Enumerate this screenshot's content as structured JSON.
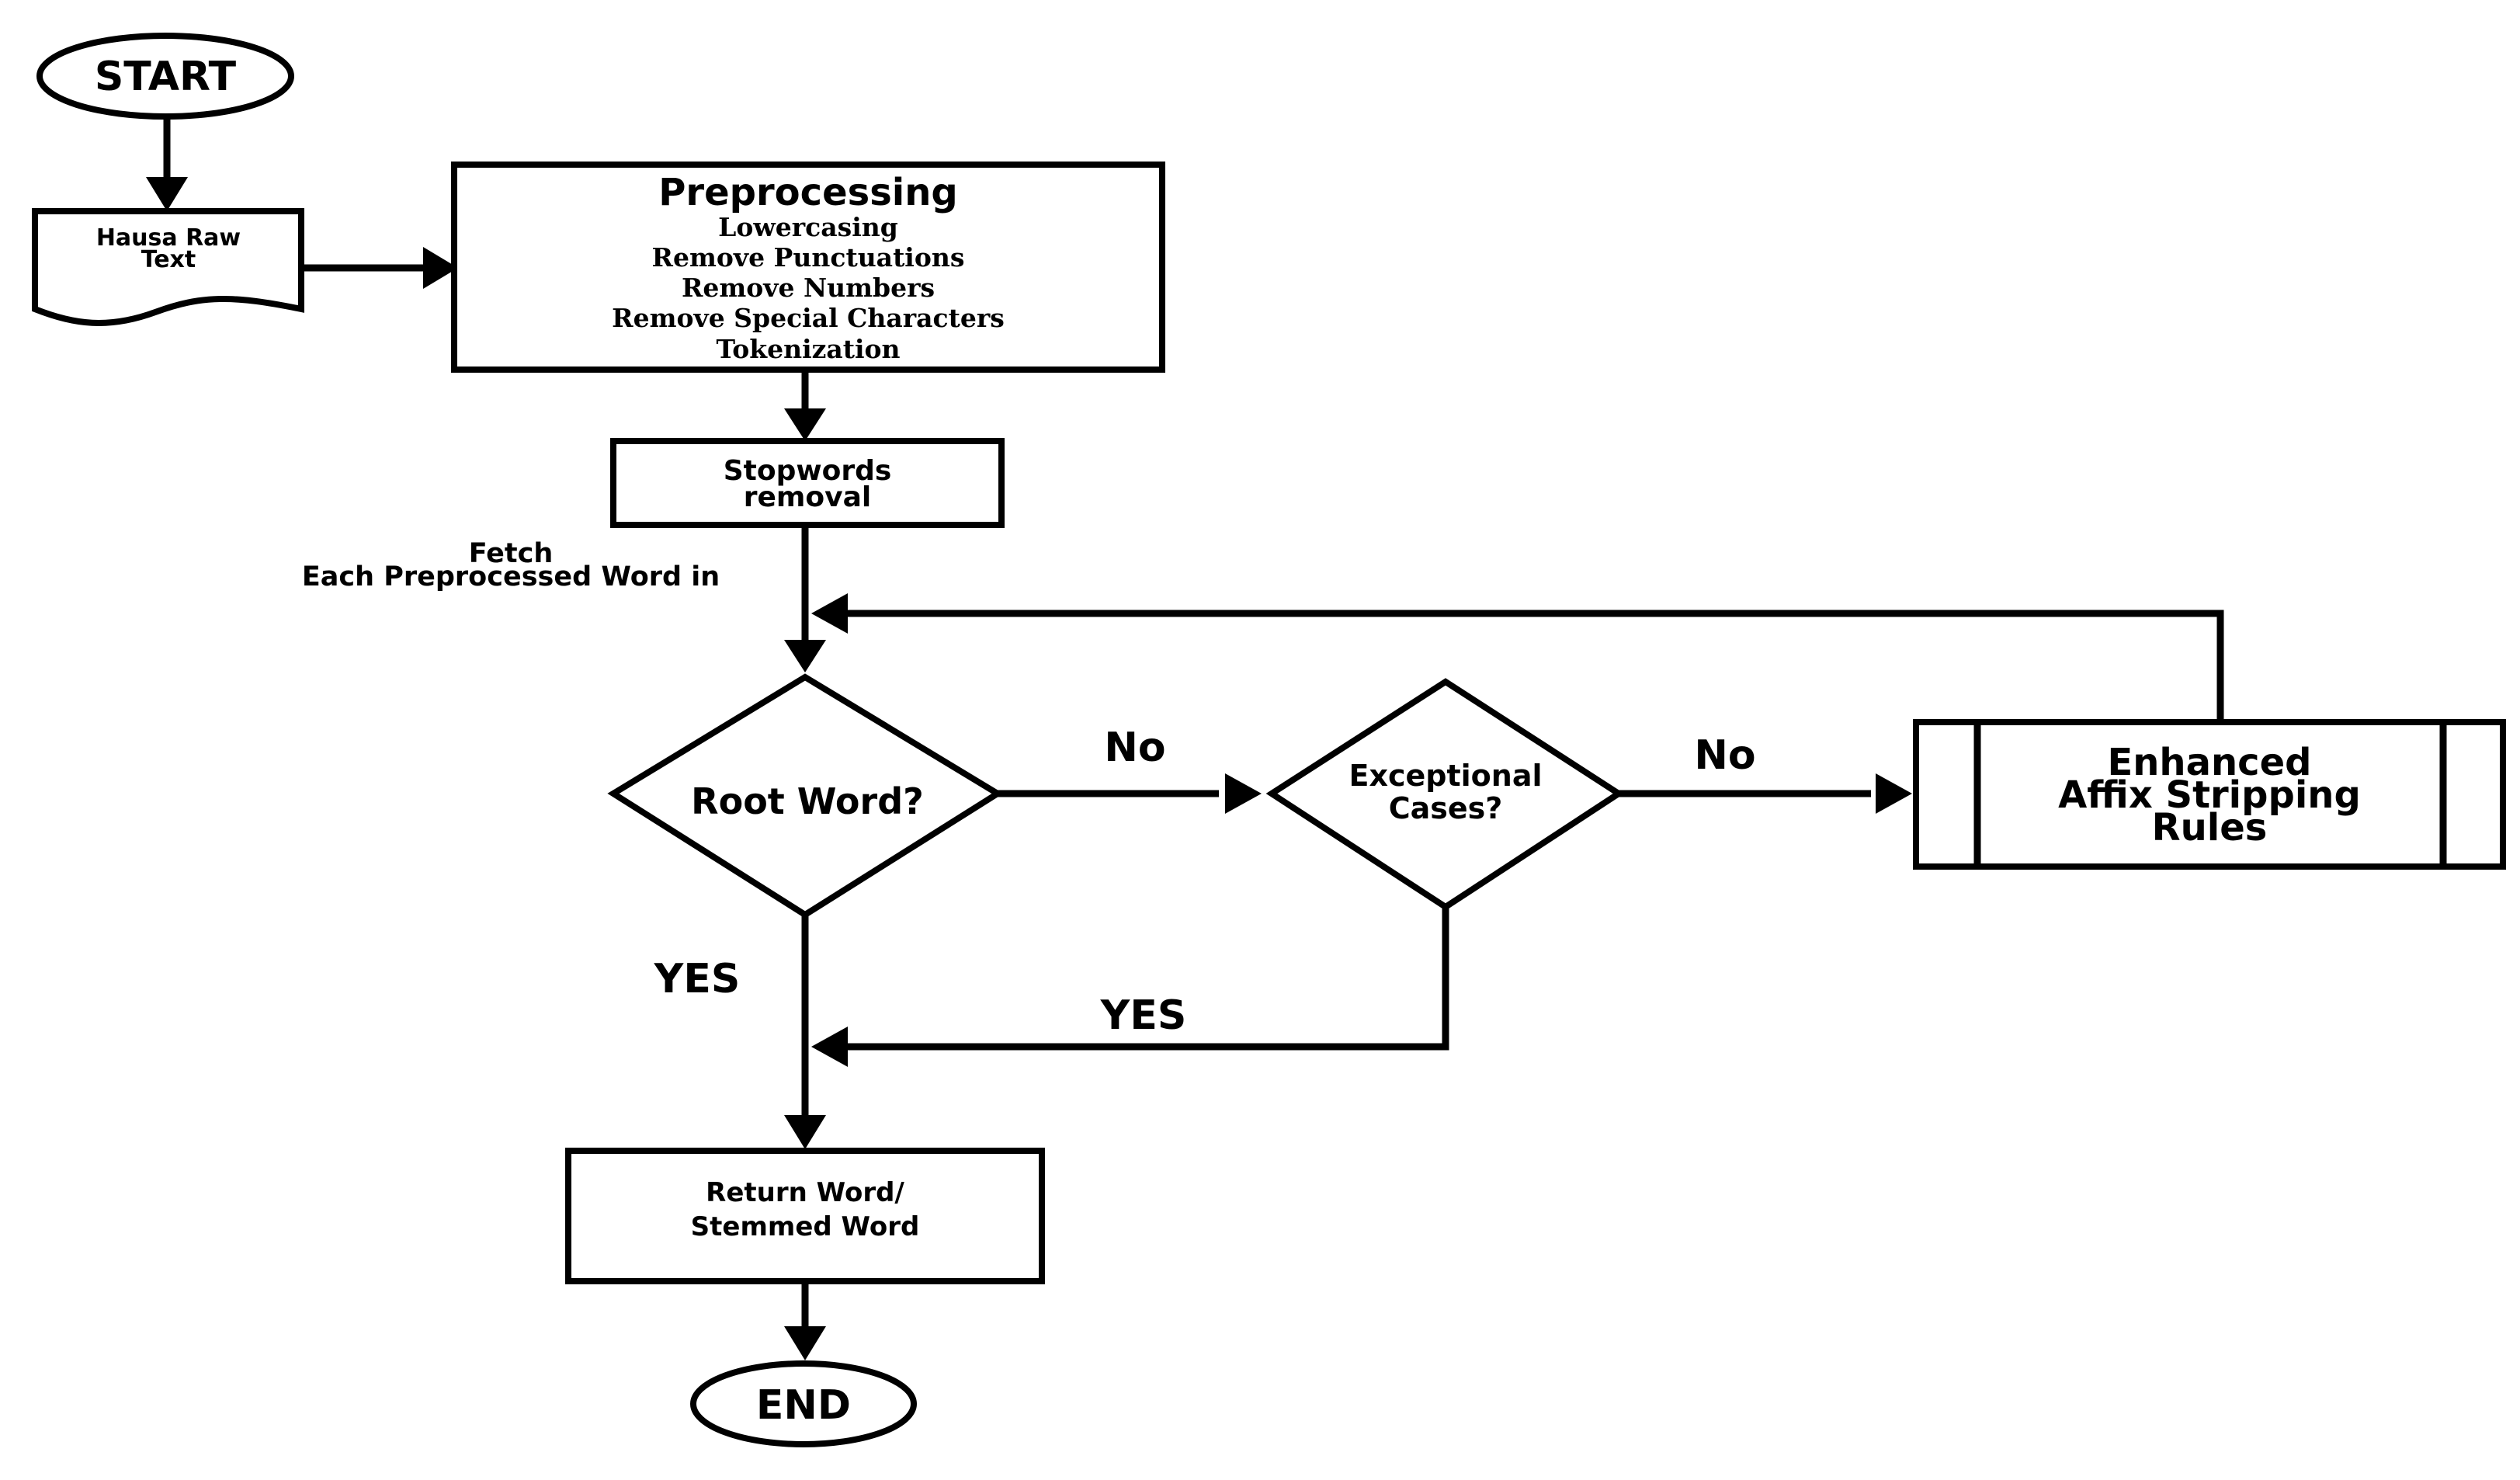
{
  "diagram": {
    "nodes": {
      "start": "START",
      "raw_text": [
        "Hausa Raw",
        "Text"
      ],
      "preprocessing_title": "Preprocessing",
      "preprocessing_steps": [
        "Lowercasing",
        "Remove Punctuations",
        "Remove Numbers",
        "Remove Special Characters",
        "Tokenization"
      ],
      "stopwords": [
        "Stopwords",
        "removal"
      ],
      "fetch": [
        "Fetch",
        "Each Preprocessed Word in"
      ],
      "root_word": "Root Word?",
      "exceptional": [
        "Exceptional",
        "Cases?"
      ],
      "affix": [
        "Enhanced",
        "Affix Stripping",
        "Rules"
      ],
      "return_word": [
        "Return Word/",
        "Stemmed Word"
      ],
      "end": "END"
    },
    "edge_labels": {
      "root_no": "No",
      "exceptional_no": "No",
      "root_yes": "YES",
      "exceptional_yes": "YES"
    }
  }
}
